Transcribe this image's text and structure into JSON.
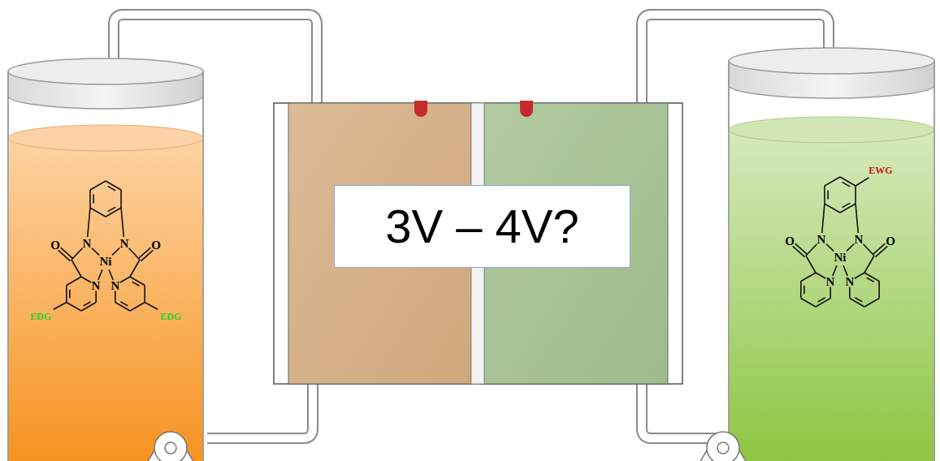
{
  "diagram": {
    "nodes": [
      {
        "text": [
          "3V – 4V?"
        ]
      }
    ],
    "labels": [
      "O",
      "N",
      "N",
      "O",
      "Ni",
      "N",
      "N",
      "EDG",
      "EDG",
      "EWG",
      "O",
      "N",
      "N",
      "O",
      "Ni",
      "N",
      "N"
    ]
  }
}
